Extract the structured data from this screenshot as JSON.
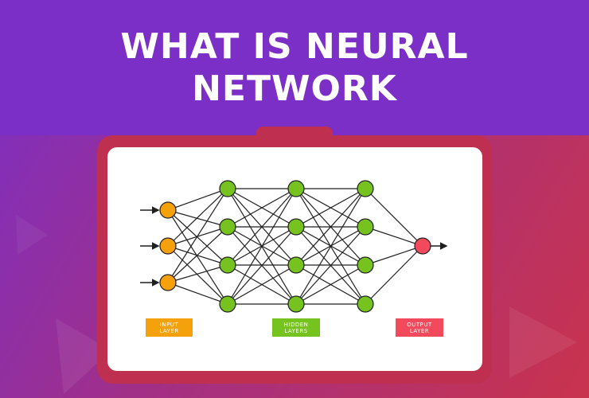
{
  "title": {
    "line1": "WHAT IS NEURAL",
    "line2": "NETWORK"
  },
  "network": {
    "layers": [
      {
        "name": "input",
        "nodes": 3,
        "color": "#f5a10c"
      },
      {
        "name": "hidden-1",
        "nodes": 4,
        "color": "#76c21e"
      },
      {
        "name": "hidden-2",
        "nodes": 4,
        "color": "#76c21e"
      },
      {
        "name": "hidden-3",
        "nodes": 4,
        "color": "#76c21e"
      },
      {
        "name": "output",
        "nodes": 1,
        "color": "#f24a5c"
      }
    ],
    "connections": "fully-connected",
    "input_arrows": 3,
    "output_arrows": 1
  },
  "legend": {
    "input": {
      "label": "INPUT\nLAYER",
      "color": "#f5a10c"
    },
    "hidden": {
      "label": "HIDDEN\nLAYERS",
      "color": "#76c21e"
    },
    "output": {
      "label": "OUTPUT\nLAYER",
      "color": "#f24a5c"
    }
  },
  "colors": {
    "background_purple": "#7b2fc6",
    "frame_red": "#bf2f4f",
    "card": "#ffffff",
    "lines": "#1f1f1f"
  }
}
